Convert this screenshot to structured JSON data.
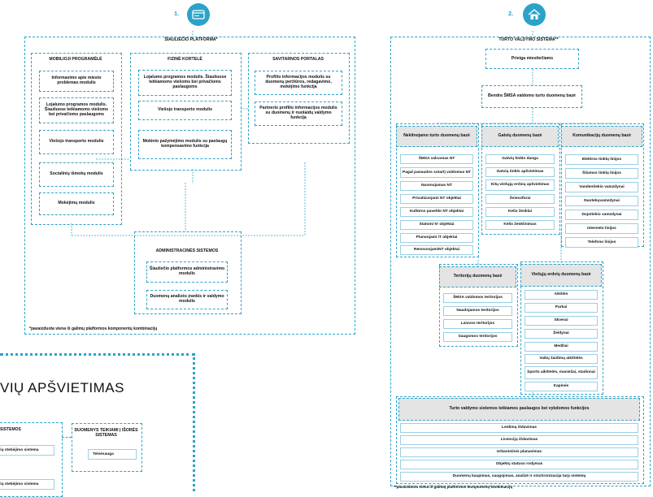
{
  "diagram1": {
    "number": "1.",
    "icon": "card-icon",
    "title": "ŠIAULIEČIO PLATFORMA*",
    "mobile": {
      "title": "MOBILIOJI PROGRAMĖLĖ",
      "items": [
        "Informavimo apie miesto problemas modulis",
        "Lojalumo programos modulis. Šiauliuose teikiamoms viešoms bei privačioms paslaugoms",
        "Viešojo transporto modulis",
        "Socialinių išmokų modulis",
        "Mokėjimų modulis"
      ]
    },
    "card": {
      "title": "FIZINĖ KORTELĖ",
      "items": [
        "Lojalumo programos modulis. Šiauliuose teikiamoms viešoms bei privačioms paslaugoms",
        "Viešojo transporto modulis",
        "Mokinio pažymėjimo modulis su paslaugų kompensavimo funkcija"
      ]
    },
    "portal": {
      "title": "SAVITARNOS PORTALAS",
      "items": [
        "Profilio informacijos modulis su duomenų peržiūros, redagavimo, mokėjimo funkcija",
        "Partnerio profilio informacijos modulis su duomenų ir nuolaidų valdymo funkcija"
      ]
    },
    "admin": {
      "title": "ADMINISTRACINĖS SISTEMOS",
      "items": [
        "Šiauliečio platformos administravimo modulis",
        "Duomenų analizės įrankis ir valdymo modulis"
      ]
    },
    "footnote": "*pavaizduota viena iš galimų platformos komponentų kombinacijų"
  },
  "diagram2": {
    "number": "2.",
    "icon": "house-icon",
    "title": "TURTO VALDYMO SISTEMA**",
    "access": "Prieiga miestiečiams",
    "database": "Bendra ŠMSA valdomo turto duomenų bazė",
    "nekilnojamas": {
      "title": "Nekilnojamo turto duomenų bazė",
      "items": [
        "ŠMSA valcomas NT",
        "Pagal panaudos sutartį valdomas NT",
        "Nuomojamas NT",
        "Privatizuojami NT objektai",
        "Kultūros paveldo NT objektai",
        "Statomi N' objektai",
        "Planuojami iT objektai",
        "RenovuojamiNT objektai"
      ]
    },
    "gatviu": {
      "title": "Gatvių duomenų bazė",
      "items": [
        "Gatvių tinklo danga",
        "Gatvių tinklo apšvietimas",
        "Kitų viešųjų erdvių apšvietimas",
        "Šviesoforai",
        "Kelio ženklai",
        "Kelio ženklinimas"
      ]
    },
    "komunikaciju": {
      "title": "Komunikacijų duomenų bazė",
      "items": [
        "Elektros tinklų linijos",
        "Šilumos tinklų linijos",
        "Vandentiekio vamzdynai",
        "Nuotekųvamzdynai",
        "Dujotiekio vamzdynai",
        "Interneto linijos",
        "Telefono linijos"
      ]
    },
    "teritoriju": {
      "title": "Teritorijų duomenų bazė",
      "items": [
        "ŠMSA valdomos teritorijos",
        "Naudojamos teritorijos",
        "Laisvos teritorijos",
        "Saugomos teritorijos"
      ]
    },
    "viesuju": {
      "title": "Viešųjų erdvių duomenų bazė",
      "items": [
        "Aikštės",
        "Parkai",
        "Skverai",
        "Želdynai",
        "Medžiai",
        "Vaikų žaidimų aikštelės",
        "Sporto aikštelės, maniežai, stadionai",
        "Kapinės"
      ]
    },
    "services": {
      "title": "Turto valdymo sistemos teikiamos paslaugos bei vykdomos funkcijos",
      "items": [
        "Leidimų išdavimas",
        "Licencijų išdavimas",
        "Urbanistinis planavimas",
        "Objektų statuso rodymas",
        "Duomenų kaupimas, saugojimas, analizė ir sinchronizacija tarp sistemų"
      ]
    },
    "footnote": "**pavaizduota viena iš galimų platformos komponentų kombinacijų"
  },
  "diagram3": {
    "title": "VIŲ APŠVIETIMAS",
    "left_header": "SISTEMOS",
    "left_items": [
      "tvių stebėjimo sistema",
      "tvių stebėjimo sistema"
    ],
    "right_header": "DUOMENYS TEIKIAMI Į IŠORĖS SISTEMAS",
    "right_items": [
      "Telsėsauga"
    ]
  },
  "colors": {
    "accent": "#2ba3c8",
    "header_fill": "#e4e4e4"
  }
}
